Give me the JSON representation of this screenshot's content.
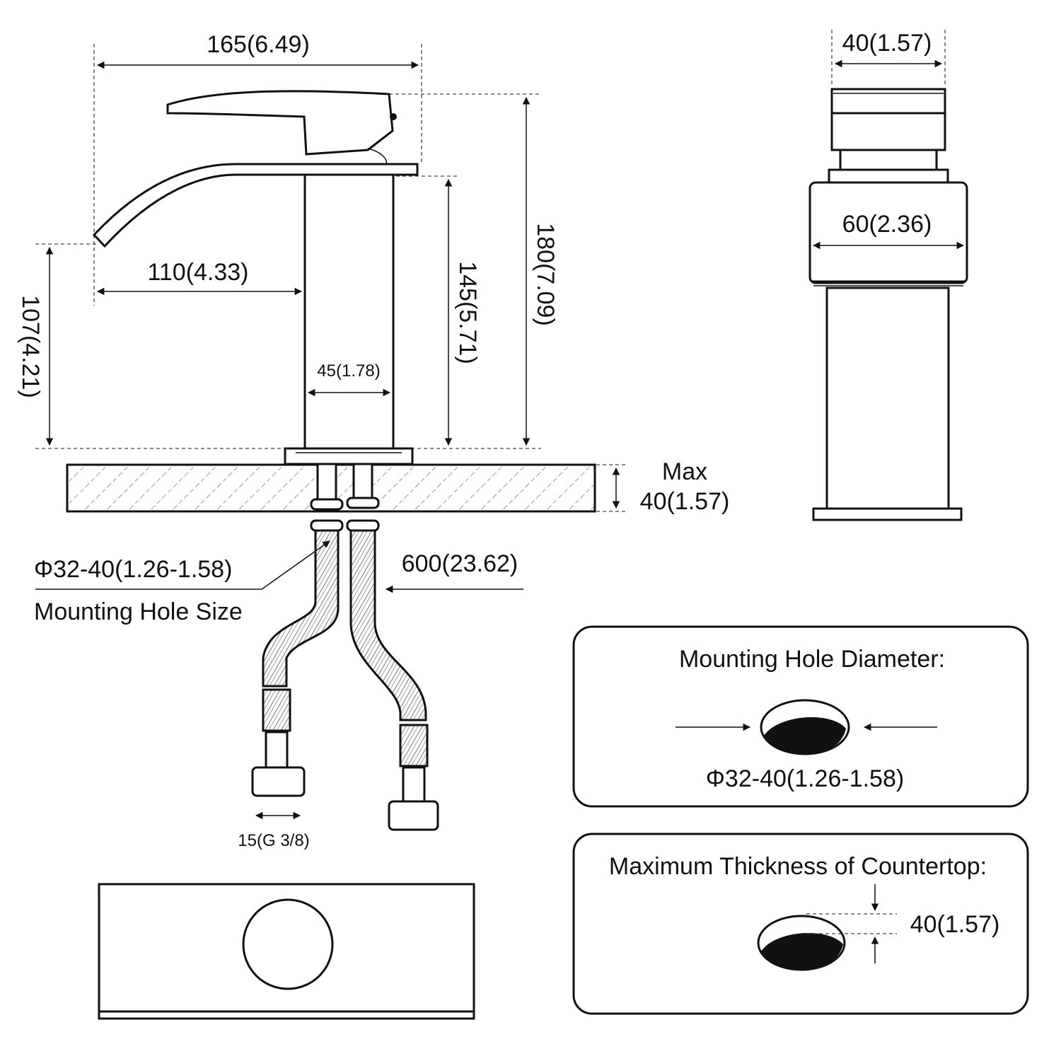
{
  "dimensions": {
    "overall_width": "165(6.49)",
    "spout_reach": "110(4.33)",
    "spout_height": "107(4.21)",
    "body_height": "145(5.71)",
    "total_height": "180(7.09)",
    "body_width": "45(1.78)",
    "handle_width": "40(1.57)",
    "side_body_width": "60(2.36)",
    "max_label": "Max",
    "max_thickness": "40(1.57)",
    "hole_size": "Φ32-40(1.26-1.58)",
    "hole_caption": "Mounting Hole Size",
    "hose_length": "600(23.62)",
    "connector": "15(G 3/8)"
  },
  "info_boxes": {
    "diameter": {
      "title": "Mounting Hole Diameter:",
      "value": "Φ32-40(1.26-1.58)"
    },
    "thickness": {
      "title": "Maximum Thickness of Countertop:",
      "value": "40(1.57)"
    }
  },
  "colors": {
    "line": "#111111",
    "background": "#ffffff"
  }
}
